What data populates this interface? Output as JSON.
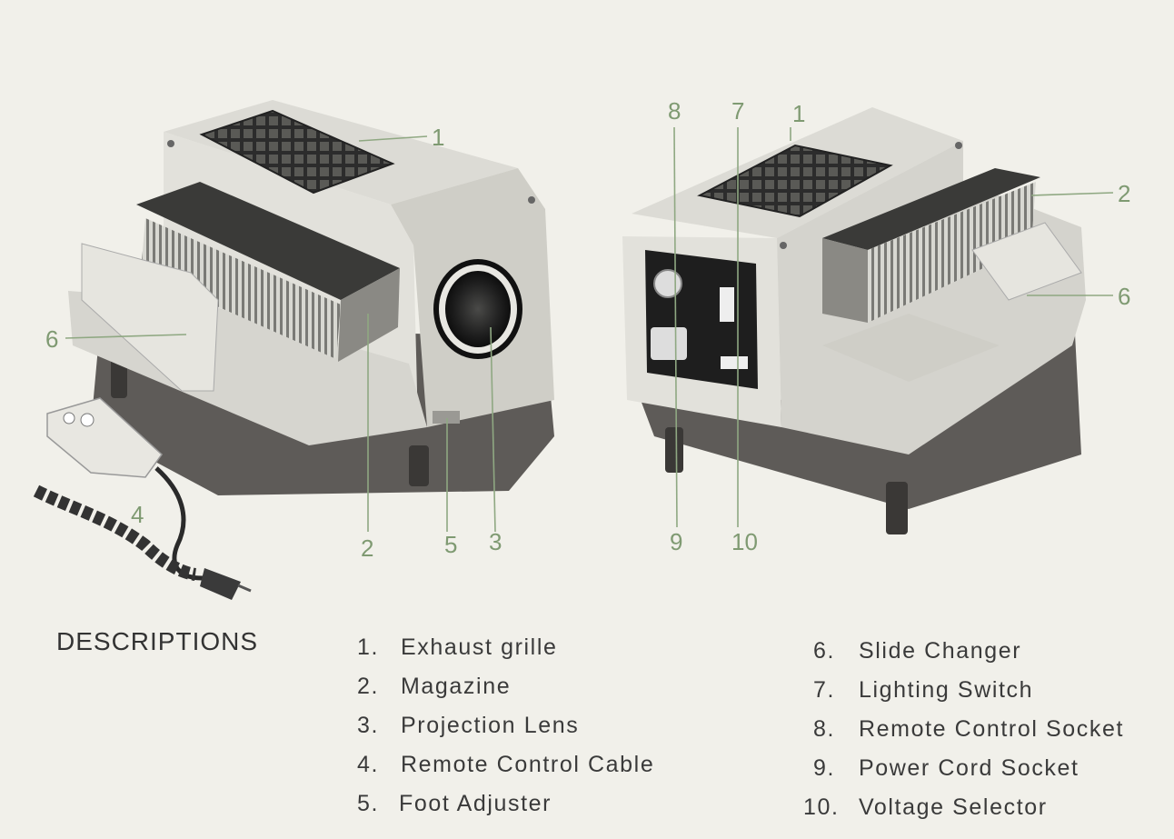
{
  "callouts": {
    "left": {
      "c1": "1",
      "c6": "6",
      "c4": "4",
      "c2": "2",
      "c5": "5",
      "c3": "3"
    },
    "right": {
      "c8": "8",
      "c7": "7",
      "c1": "1",
      "c2": "2",
      "c6": "6",
      "c9": "9",
      "c10": "10"
    }
  },
  "descriptions": {
    "heading": "DESCRIPTIONS",
    "items": [
      {
        "num": "1.",
        "label": "Exhaust grille"
      },
      {
        "num": "2.",
        "label": "Magazine"
      },
      {
        "num": "3.",
        "label": "Projection Lens"
      },
      {
        "num": "4.",
        "label": "Remote Control Cable"
      },
      {
        "num": "5.",
        "label": "Foot Adjuster"
      },
      {
        "num": "6.",
        "label": "Slide Changer"
      },
      {
        "num": "7.",
        "label": "Lighting Switch"
      },
      {
        "num": "8.",
        "label": "Remote Control Socket"
      },
      {
        "num": "9.",
        "label": "Power Cord Socket"
      },
      {
        "num": "10.",
        "label": "Voltage Selector"
      }
    ]
  }
}
